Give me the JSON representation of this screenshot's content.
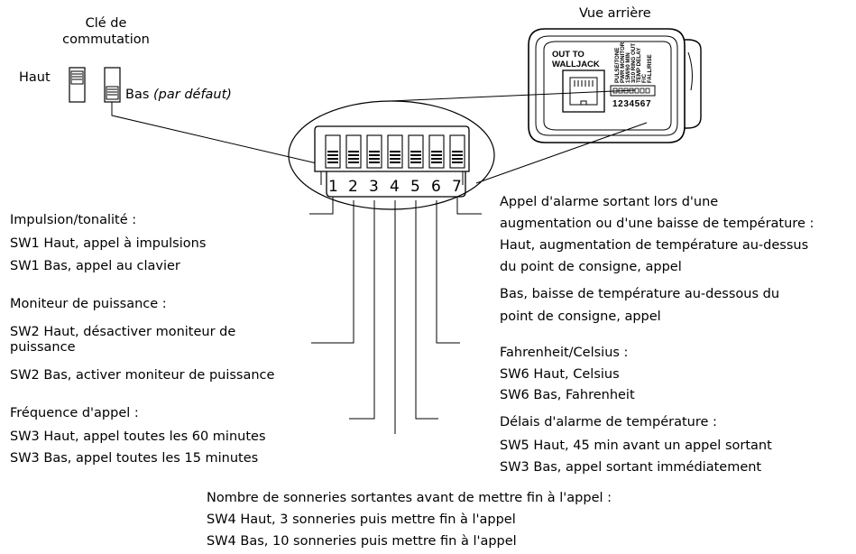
{
  "switch_key": {
    "title_line1": "Clé de",
    "title_line2": "commutation",
    "up_label": "Haut",
    "down_label": "Bas",
    "down_note": "(par défaut)"
  },
  "rear": {
    "title": "Vue arrière",
    "jack_label_line1": "OUT TO",
    "jack_label_line2": "WALLJACK",
    "dip_legends": [
      "PULSE/TONE",
      "PWR MONITOR",
      "15M/60 MIN",
      "3/10 RING OUT",
      "TEMP DELAY",
      "F/C",
      "FALL/RISE"
    ],
    "dip_numbers": "1234567"
  },
  "dip_numbers": [
    "1",
    "2",
    "3",
    "4",
    "5",
    "6",
    "7"
  ],
  "left_notes": {
    "sw1": {
      "title": "Impulsion/tonalité :",
      "up": "SW1 Haut, appel à impulsions",
      "down": "SW1 Bas, appel au clavier"
    },
    "sw2": {
      "title": "Moniteur de puissance :",
      "up": "SW2 Haut, désactiver moniteur de puissance",
      "down": "SW2 Bas, activer moniteur de puissance"
    },
    "sw3": {
      "title": "Fréquence d'appel :",
      "up": "SW3 Haut, appel toutes les 60 minutes",
      "down": "SW3 Bas, appel toutes les 15 minutes"
    }
  },
  "right_notes": {
    "sw7": {
      "line1": "Appel d'alarme sortant lors d'une",
      "line2": "augmentation ou d'une baisse de température :",
      "line3": "Haut, augmentation de température au-dessus",
      "line4": "du point de consigne, appel",
      "line5": "Bas, baisse de température au-dessous du",
      "line6": "point de consigne, appel"
    },
    "sw6": {
      "title": "Fahrenheit/Celsius :",
      "up": "SW6 Haut, Celsius",
      "down": "SW6 Bas, Fahrenheit"
    },
    "sw5": {
      "title": "Délais d'alarme de température :",
      "up": "SW5 Haut, 45 min avant un appel sortant",
      "down": "SW3 Bas, appel sortant immédiatement"
    }
  },
  "bottom_note": {
    "title": "Nombre de sonneries sortantes avant de mettre fin à l'appel :",
    "up": "SW4 Haut, 3 sonneries puis mettre fin à l'appel",
    "down": "SW4 Bas, 10 sonneries puis mettre fin à l'appel"
  }
}
